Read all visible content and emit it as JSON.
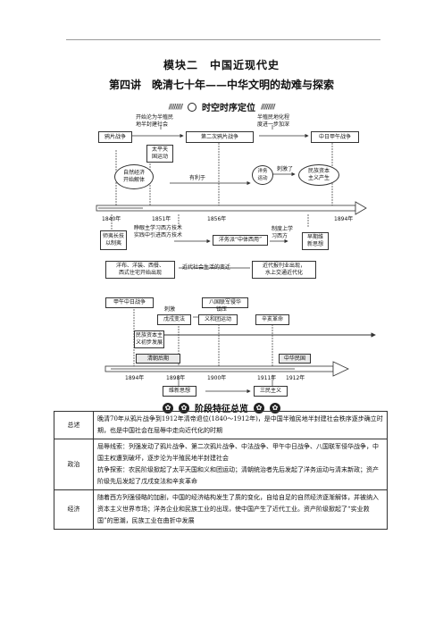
{
  "header": {
    "module_title": "模块二　中国近现代史",
    "lecture_title": "第四讲　晚清七十年——中华文明的劫难与探索"
  },
  "sections": {
    "timeline_title": "时空时序定位",
    "summary_title": "阶段特征总览"
  },
  "diagram1": {
    "boxes": {
      "opium_war": "鸦片战争",
      "second_opium_war": "第二次鸦片战争",
      "sino_japanese_war": "中日甲午战争",
      "taiping": "太平天\n国运动",
      "semi_colonial_begin": "开始沦为半殖民\n地半封建社会",
      "semi_colonial_deepen": "半殖民地化程\n度进一步加深",
      "natural_economy": "自然经济\n开始解体",
      "foreign_affairs": "洋务\n运动",
      "capitalism": "民族资本\n主义产生",
      "sea_defense": "师夷长技\n以制夷",
      "western_tech": "睁眼主学习西方技术\n实践中引进西方技术",
      "ti_yong": "洋务派“中体西用”",
      "politics_learning": "制度上学\n习西方",
      "early_reform": "早期维\n新思想",
      "life_changes": "洋布、洋装、西餐、\n西式住宅开始出现",
      "modern_social": "近代社会生活的变迁",
      "modern_news": "近代报刊业出现，\n水上交通近代化"
    },
    "labels": {
      "youlitu": "有利于",
      "cijiyou": "刺激了"
    },
    "years": [
      "1840年",
      "1851年",
      "1856年",
      "1894年"
    ]
  },
  "diagram2": {
    "boxes": {
      "jiawu": "甲午中日战争",
      "eight_nation": "八国联军侵华",
      "zhenya": "镇压",
      "cijiyou": "刺激",
      "reform": "戊戌变法",
      "boxer": "义和团运动",
      "xinhai": "辛亥革命",
      "national_capital": "民族资本主\n义初步发展",
      "late_qing": "清朝后期",
      "roc": "中华民国",
      "reform_thought": "维新思想",
      "three_principles": "三民主义"
    },
    "years": [
      "1894年",
      "1898年",
      "1900年",
      "1911年",
      "1912年"
    ]
  },
  "summary": {
    "rows": [
      {
        "label": "总述",
        "text": "晚清70年从鸦片战争到1912年清帝退位(1840～1912年)，是中国半殖民地半封建社会秩序逐步确立时期，也是中国社会在屈辱中走向近代化的时期"
      },
      {
        "label": "政治",
        "text": "屈辱线索：列强发动了鸦片战争、第二次鸦片战争、中法战争、甲午中日战争、八国联军侵华战争，中国主权遭到破坏，逐步沦为半殖民地半封建社会",
        "text2": "抗争探索：农民阶级掀起了太平天国和义和团运动；清朝统治者先后发起了洋务运动与清末新政；资产阶级先后发起了戊戌变法和辛亥革命"
      },
      {
        "label": "经济",
        "text": "随着西方列强侵略的加剧，中国的经济结构发生了质的变化，自给自足的自然经济逐渐解体，并被纳入资本主义世界市场；洋务企业和民族工业的出现，使中国产生了近代工业。资产阶级掀起了“实业救国”的思潮，民族工业在曲折中发展"
      }
    ]
  }
}
